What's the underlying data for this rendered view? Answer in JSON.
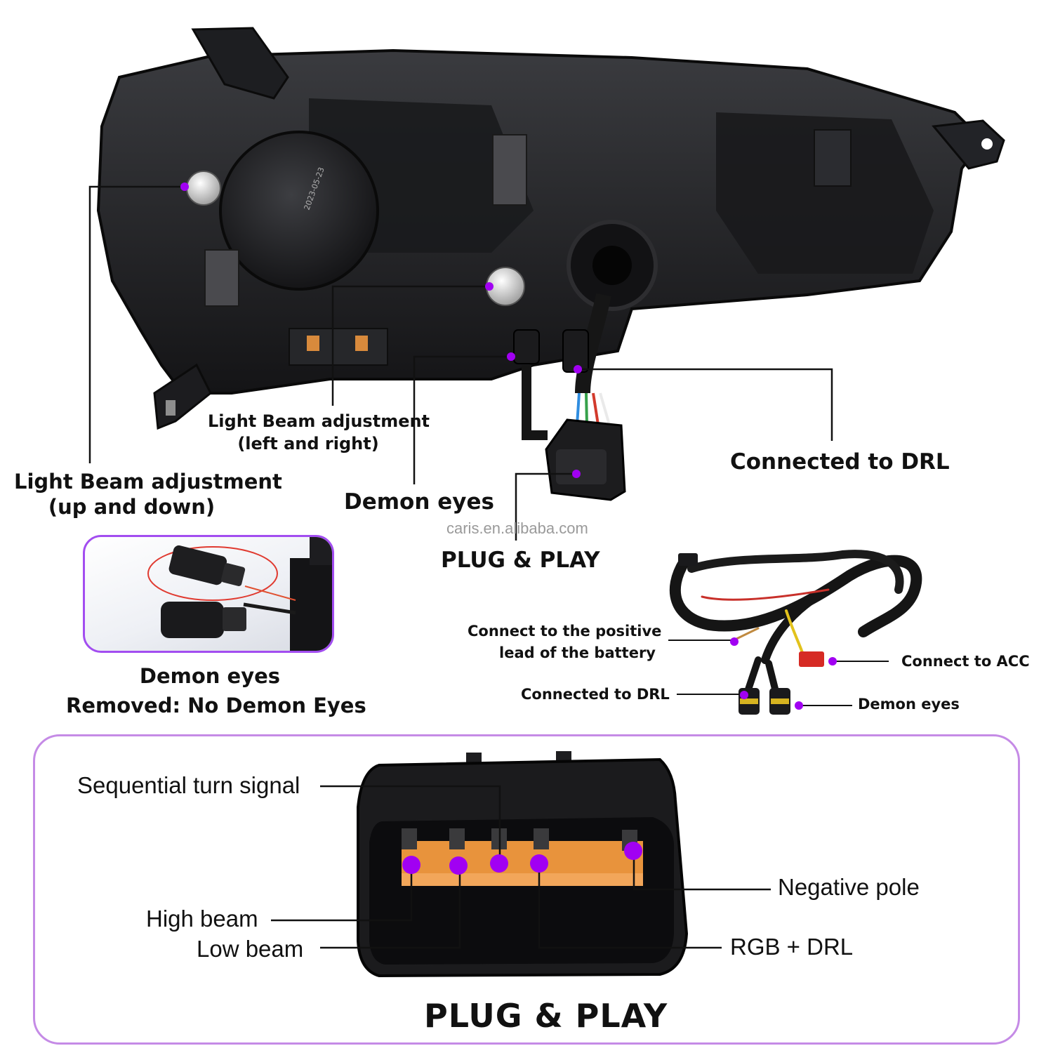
{
  "colors": {
    "accent_purple": "#a24df0",
    "marker_dot": "#a100f2",
    "leader_line": "#111111",
    "panel_border": "#c58be6",
    "plug_pins": "#e8933c",
    "watermark": "#9a9a9a"
  },
  "headlight": {
    "callouts": {
      "beam_updown": {
        "line1": "Light Beam adjustment",
        "line2": "(up and down)"
      },
      "beam_leftright": {
        "line1": "Light Beam adjustment",
        "line2": "(left and right)"
      },
      "demon_eyes": "Demon eyes",
      "connected_drl": "Connected to DRL",
      "plug_play": "PLUG & PLAY"
    },
    "watermark": "caris.en.alibaba.com"
  },
  "inset": {
    "caption_line1": "Demon eyes",
    "caption_line2": "Removed: No Demon Eyes"
  },
  "harness": {
    "labels": {
      "battery_line1": "Connect to the positive",
      "battery_line2": "lead of the battery",
      "acc": "Connect to ACC",
      "drl": "Connected to DRL",
      "demon": "Demon eyes"
    }
  },
  "connector_panel": {
    "labels": {
      "sequential": "Sequential turn signal",
      "high_beam": "High beam",
      "low_beam": "Low beam",
      "negative": "Negative pole",
      "rgb_drl": "RGB + DRL"
    },
    "footer": "PLUG & PLAY"
  }
}
